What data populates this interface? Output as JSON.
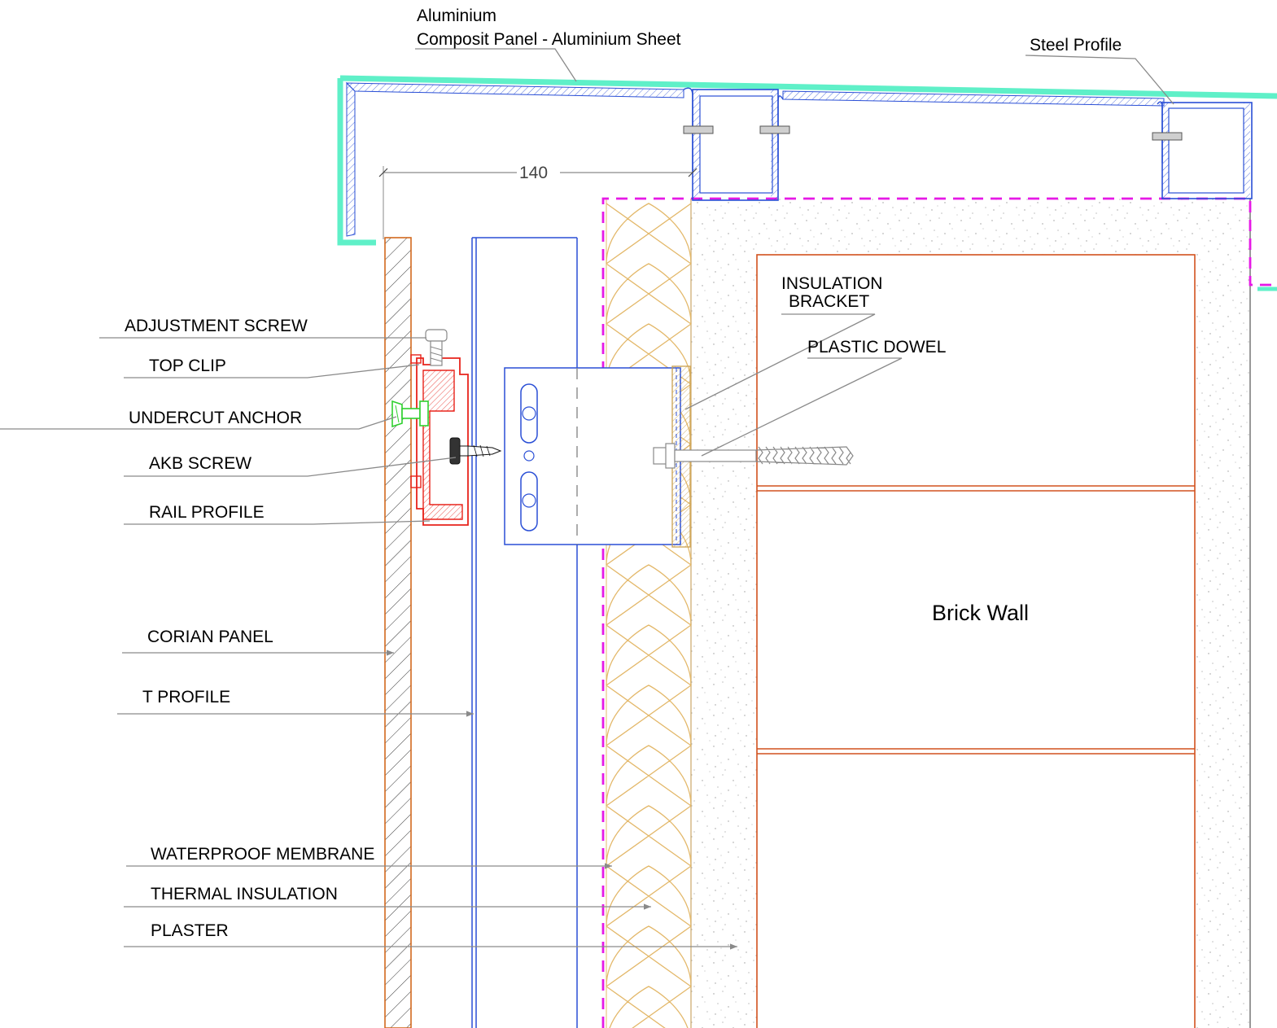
{
  "title": "",
  "labels": {
    "aluminium_line1": "Aluminium",
    "aluminium_line2": "Composit Panel - Aluminium Sheet",
    "steel_profile": "Steel Profile",
    "dimension": "140",
    "adjustment_screw": "ADJUSTMENT SCREW",
    "top_clip": "TOP CLIP",
    "undercut_anchor": "UNDERCUT ANCHOR",
    "akb_screw": "AKB SCREW",
    "rail_profile": "RAIL PROFILE",
    "corian_panel": "CORIAN PANEL",
    "t_profile": "T PROFILE",
    "waterproof_membrane": "WATERPROOF MEMBRANE",
    "thermal_insulation": "THERMAL INSULATION",
    "plaster": "PLASTER",
    "insulation_bracket_line1": "INSULATION",
    "insulation_bracket_line2": "BRACKET",
    "plastic_dowel": "PLASTIC DOWEL",
    "brick_wall": "Brick Wall"
  },
  "colors": {
    "coping": "#5ff0c8",
    "steel": "#2a4fd6",
    "corian": "#d2691e",
    "clip": "#e8231b",
    "anchor": "#2fd02f",
    "insulation": "#e3b86a",
    "membrane": "#e619e6",
    "brick": "#d2511e",
    "leader": "#8a8a8a"
  }
}
